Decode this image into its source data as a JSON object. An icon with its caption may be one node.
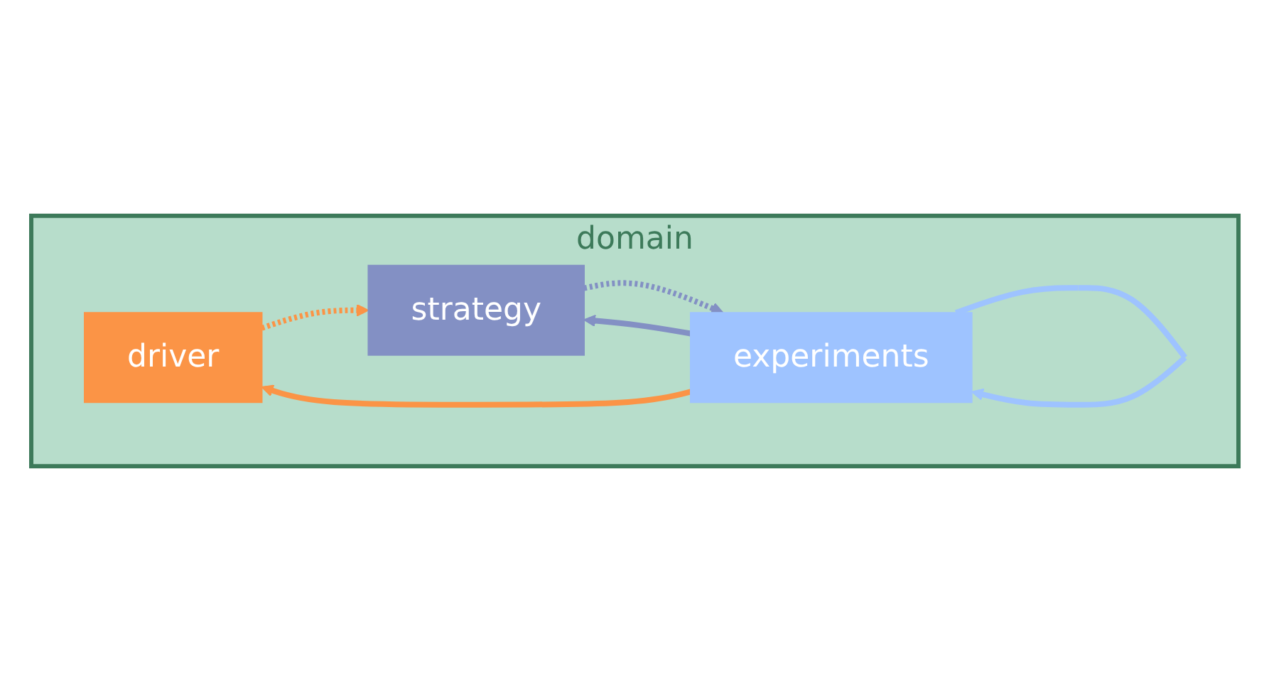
{
  "diagram": {
    "nodes": [
      {
        "text": [
          "domain"
        ]
      },
      {
        "text": [
          "driver"
        ],
        "in": 0
      },
      {
        "text": [
          "strategy"
        ],
        "in": 0
      },
      {
        "text": [
          "experiments"
        ],
        "in": 0
      }
    ],
    "edges": [
      {
        "from": 1,
        "to": 2,
        "arrow": "to",
        "style": "dashed",
        "color": "#fb9446"
      },
      {
        "from": 2,
        "to": 3,
        "arrow": "to",
        "style": "dashed",
        "color": "#8390c4"
      },
      {
        "from": 3,
        "to": 3,
        "arrow": "to",
        "color": "#9ec3ff"
      },
      {
        "from": 3,
        "to": 2,
        "arrow": "to",
        "color": "#8390c4"
      },
      {
        "from": 3,
        "to": 1,
        "arrow": "to",
        "color": "#fb9446"
      }
    ]
  }
}
